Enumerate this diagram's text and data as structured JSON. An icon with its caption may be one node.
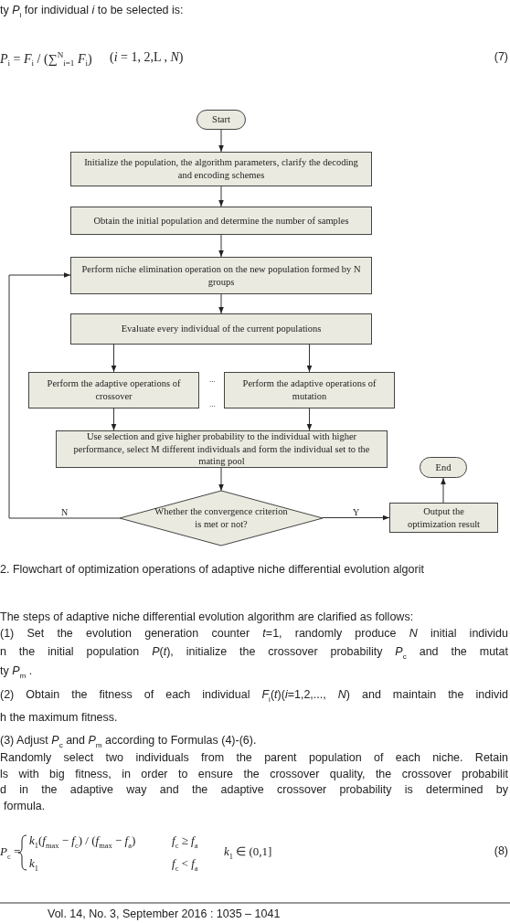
{
  "diagram": {
    "caption": "2.  Flowchart of optimization operations of adaptive niche differential evolution algorit",
    "nodes": [
      {
        "text": [
          "Start"
        ]
      },
      {
        "text": [
          "Initialize the population, the algorithm parameters, clarify the decoding and encoding schemes"
        ]
      },
      {
        "text": [
          "Obtain the initial population and determine the number of samples"
        ]
      },
      {
        "text": [
          "Perform niche elimination operation on the new population formed by N groups"
        ]
      },
      {
        "text": [
          "Evaluate every individual of the current populations"
        ]
      },
      {
        "text": [
          "Perform the adaptive operations of crossover"
        ]
      },
      {
        "text": [
          "Perform the adaptive operations of mutation"
        ]
      },
      {
        "text": [
          "Use selection and give higher probability to the individual with higher performance, select M different individuals and form the individual set to the mating pool"
        ]
      },
      {
        "text": [
          "Whether the convergence criterion is met or not?"
        ]
      },
      {
        "text": [
          "Output the optimization result"
        ]
      },
      {
        "text": [
          "End"
        ]
      }
    ],
    "edges": [
      {
        "from": 0,
        "to": 1,
        "arrow": "to"
      },
      {
        "from": 1,
        "to": 2,
        "arrow": "to"
      },
      {
        "from": 2,
        "to": 3,
        "arrow": "to"
      },
      {
        "from": 3,
        "to": 4,
        "arrow": "to"
      },
      {
        "from": 4,
        "to": 5,
        "arrow": "to"
      },
      {
        "from": 4,
        "to": 6,
        "arrow": "to"
      },
      {
        "from": 5,
        "to": 7,
        "arrow": "to"
      },
      {
        "from": 6,
        "to": 7,
        "arrow": "to"
      },
      {
        "from": 7,
        "to": 8,
        "arrow": "to"
      },
      {
        "from": 8,
        "to": 3,
        "arrow": "to",
        "label": "N"
      },
      {
        "from": 8,
        "to": 9,
        "arrow": "to",
        "label": "Y"
      },
      {
        "from": 9,
        "to": 10,
        "arrow": "to"
      }
    ],
    "labels": [
      "ty *P*$_{i}$ for individual *i* to be selected is:",
      "*P*$_{i}$ = *F*$_{i}$ / (∑$^{N}$$_{i=1}$ *F*$_{i}$)",
      "(*i* = 1, 2,L , *N*)",
      "(7)",
      "...",
      "...",
      "The steps of adaptive niche differential evolution algorithm are clarified as follows:",
      "(1) Set the evolution generation counter *t*=1, randomly produce *N* initial individu",
      "n the initial population *P*(*t*), initialize the crossover probability *P*$_{c}$ and the mutat",
      "ty *P*$_{m}$ .",
      "(2) Obtain the fitness of each individual *F*$_{i}$(*t*)(*i*=1,2,..., *N*) and maintain the individ",
      "h the maximum fitness.",
      "(3) Adjust *P*$_{c}$ and *P*$_{m}$ according to Formulas (4)-(6).",
      "Randomly select two individuals from the parent population of each niche. Retain",
      "ls with big fitness, in order to ensure the crossover quality, the crossover probabilit",
      "d in the adaptive way and the adaptive crossover probability is determined by",
      "formula.",
      "*P*$_{c}$ =",
      "*k*$_{1}$(*f*$_{max}$ − *f*$_{c}$) / (*f*$_{max}$ − *f*$_{a}$)",
      "*f*$_{c}$ ≥ *f*$_{a}$",
      "*k*$_{1}$",
      "*f*$_{c}$ < *f*$_{a}$",
      "*k*$_{1}$ ∈ (0,1]",
      "(8)",
      "Vol. 14, No. 3, September 2016 :  1035 – 1041"
    ]
  }
}
